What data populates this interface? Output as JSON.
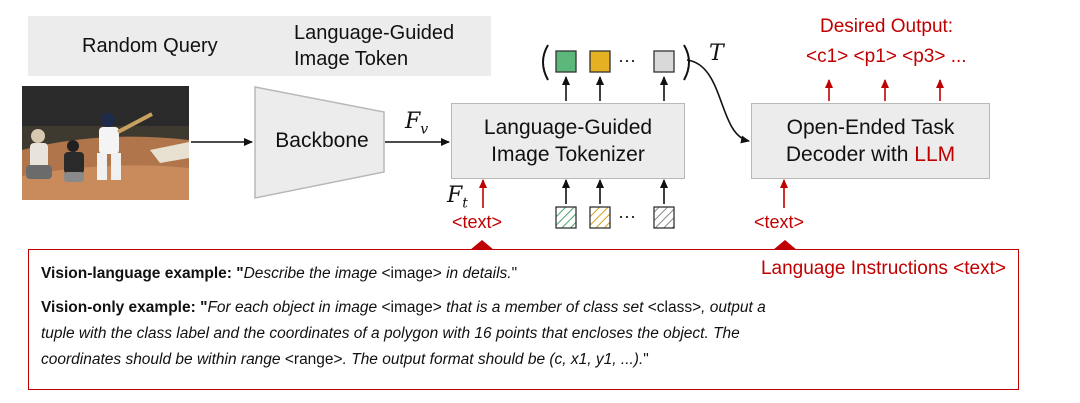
{
  "legend": {
    "random_query": "Random Query",
    "image_token_line1": "Language-Guided",
    "image_token_line2": "Image Token"
  },
  "blocks": {
    "backbone": "Backbone",
    "tokenizer_line1": "Language-Guided",
    "tokenizer_line2": "Image Tokenizer",
    "decoder_line1": "Open-Ended Task",
    "decoder_line2_prefix": "Decoder with ",
    "decoder_llm": "LLM"
  },
  "symbols": {
    "fv_base": "F",
    "fv_sub": "v",
    "ft_base": "F",
    "ft_sub": "t",
    "t": "T",
    "ellipsis": "···"
  },
  "labels": {
    "text_left": "<text>",
    "text_right": "<text>",
    "desired_output_title": "Desired Output:",
    "desired_output_tokens": "<c1> <p1> <p3> ..."
  },
  "colors": {
    "accent_red": "#c00000",
    "box_fill": "#ececec",
    "token_green": "#5cb87a",
    "token_yellow": "#e5b022",
    "token_gray": "#d9d9d9"
  },
  "instructions": {
    "title": "Language Instructions <text>",
    "vl_label": "Vision-language example: ",
    "vl_q_open": "\"",
    "vl_part1": "Describe the image",
    "vl_tag": " <image> ",
    "vl_part2": "in details.",
    "vl_q_close": "\"",
    "vo_label": "Vision-only example: ",
    "vo_q_open": "\"",
    "vo_part1": "For each object in image",
    "vo_tag1": " <image> ",
    "vo_part2": "that is a member of class set",
    "vo_tag2": " <class>",
    "vo_part3": ", output a",
    "vo_line2": "tuple with the class label and the coordinates of a polygon with 16 points that encloses the object.  The",
    "vo_part4": "coordinates should be within range",
    "vo_tag3": " <range>",
    "vo_part5": ". The output format should be (c, x1, y1, ...).",
    "vo_q_close": "\""
  }
}
